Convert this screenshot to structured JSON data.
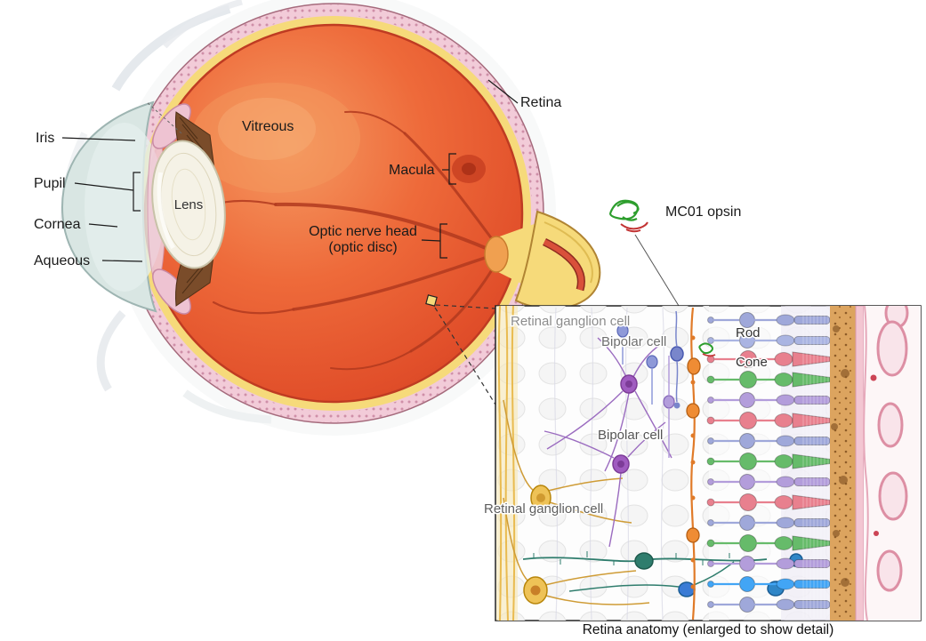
{
  "figure": {
    "eye_labels": {
      "iris": "Iris",
      "pupil": "Pupil",
      "cornea": "Cornea",
      "aqueous": "Aqueous",
      "vitreous": "Vitreous",
      "lens": "Lens",
      "retina": "Retina",
      "macula": "Macula",
      "optic_nerve_head_line1": "Optic nerve head",
      "optic_nerve_head_line2": "(optic disc)"
    },
    "opsin_label": "MC01 opsin",
    "panel_labels": {
      "retinal_ganglion_cell_top": "Retinal ganglion cell",
      "bipolar_cell_top": "Bipolar cell",
      "rod": "Rod",
      "cone": "Cone",
      "bipolar_cell_mid": "Bipolar cell",
      "retinal_ganglion_cell_bottom": "Retinal ganglion cell"
    },
    "panel_caption": "Retina anatomy (enlarged to show detail)",
    "colors": {
      "sclera_rim_pink": "#f2cbd8",
      "choroid_ring_yellow": "#f6da7a",
      "vitreous_orange": "#e4512e",
      "vessel_red": "#b13a1e",
      "opsin_green": "#2d9e2d",
      "opsin_red": "#c23333",
      "ganglion_yellow": "#eec257",
      "bipolar_purple": "#a05cc0",
      "rod_periwinkle": "#9fa8da",
      "cone_pink": "#e8808e",
      "cone_green": "#66bb6a",
      "amacrine_teal": "#2f7d6d"
    }
  }
}
